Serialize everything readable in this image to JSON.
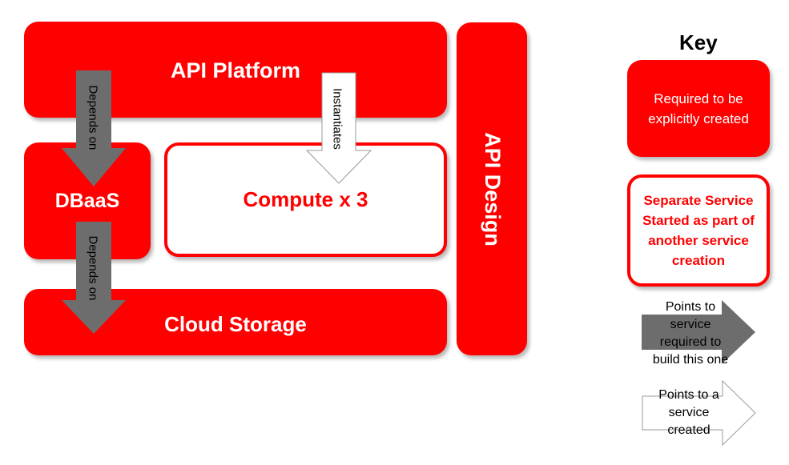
{
  "diagram": {
    "api_platform": "API Platform",
    "dbaas": "DBaaS",
    "compute": "Compute x 3",
    "cloud_storage": "Cloud Storage",
    "api_design": "API Design",
    "arrow_depends_top": "Depends on",
    "arrow_depends_bottom": "Depends on",
    "arrow_instantiates": "Instantiates"
  },
  "key": {
    "title": "Key",
    "required_box": "Required to be explicitly created",
    "separate_box": "Separate Service Started as part of another service creation",
    "grey_arrow": "Points to service required to build this one",
    "white_arrow": "Points to a service created"
  },
  "colors": {
    "accent_red": "#ff0000",
    "arrow_grey": "#6d6d6d",
    "arrow_white": "#ffffff"
  }
}
